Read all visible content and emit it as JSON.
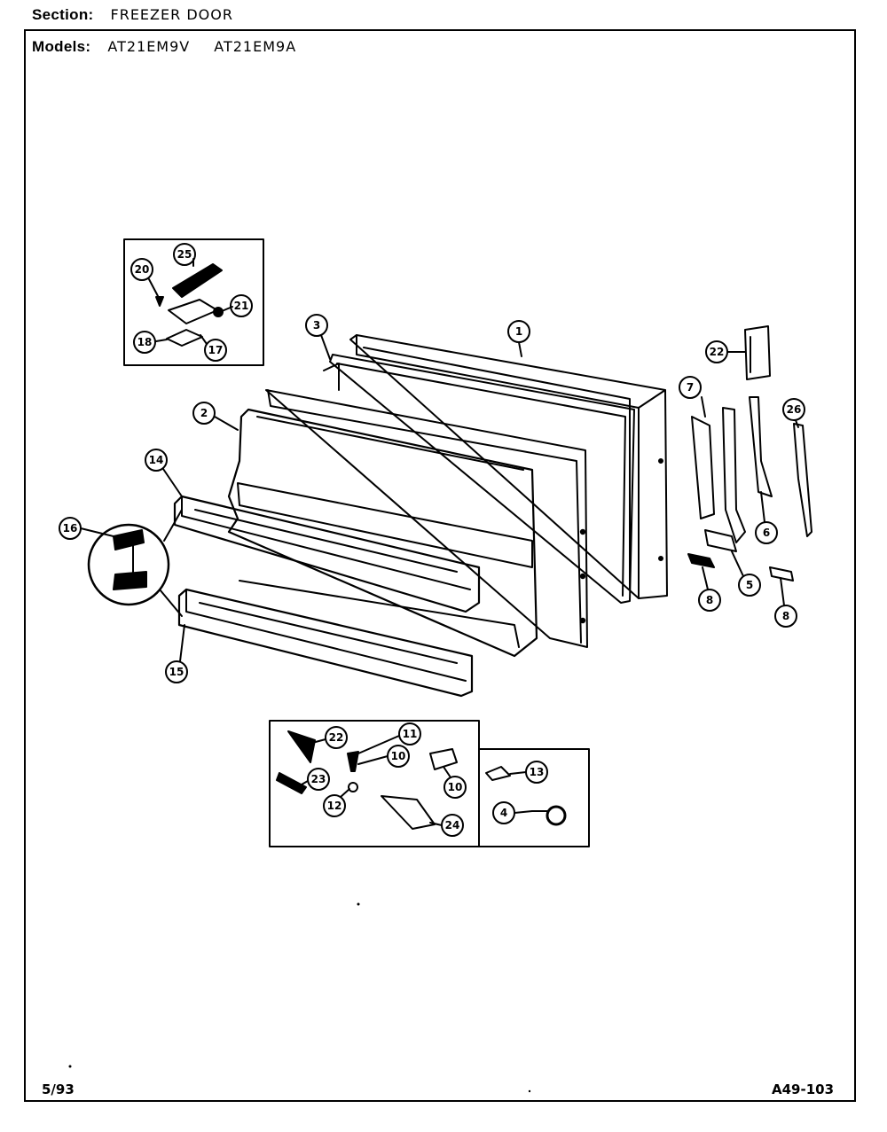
{
  "header": {
    "section_label": "Section:",
    "section_value": "FREEZER DOOR",
    "models_label": "Models:",
    "models": [
      "AT21EM9V",
      "AT21EM9A"
    ]
  },
  "footer": {
    "date": "5/93",
    "page_code": "A49-103"
  },
  "callouts": [
    {
      "id": "c1",
      "num": "1"
    },
    {
      "id": "c2",
      "num": "2"
    },
    {
      "id": "c3",
      "num": "3"
    },
    {
      "id": "c4",
      "num": "4"
    },
    {
      "id": "c5",
      "num": "5"
    },
    {
      "id": "c6",
      "num": "6"
    },
    {
      "id": "c7",
      "num": "7"
    },
    {
      "id": "c8a",
      "num": "8"
    },
    {
      "id": "c8b",
      "num": "8"
    },
    {
      "id": "c10a",
      "num": "10"
    },
    {
      "id": "c10b",
      "num": "10"
    },
    {
      "id": "c11",
      "num": "11"
    },
    {
      "id": "c12",
      "num": "12"
    },
    {
      "id": "c13",
      "num": "13"
    },
    {
      "id": "c14",
      "num": "14"
    },
    {
      "id": "c15",
      "num": "15"
    },
    {
      "id": "c16",
      "num": "16"
    },
    {
      "id": "c17",
      "num": "17"
    },
    {
      "id": "c18",
      "num": "18"
    },
    {
      "id": "c20",
      "num": "20"
    },
    {
      "id": "c21",
      "num": "21"
    },
    {
      "id": "c22a",
      "num": "22"
    },
    {
      "id": "c22b",
      "num": "22"
    },
    {
      "id": "c23",
      "num": "23"
    },
    {
      "id": "c24",
      "num": "24"
    },
    {
      "id": "c25",
      "num": "25"
    },
    {
      "id": "c26",
      "num": "26"
    }
  ]
}
